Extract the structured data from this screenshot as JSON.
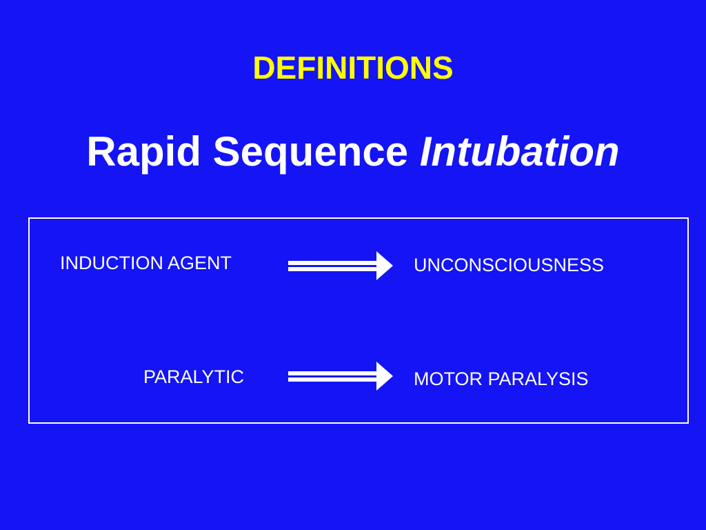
{
  "slide": {
    "heading": "DEFINITIONS",
    "subtitle_regular": "Rapid Sequence",
    "subtitle_italic": "Intubation"
  },
  "mappings": [
    {
      "agent": "INDUCTION AGENT",
      "effect": "UNCONSCIOUSNESS",
      "arrow_icon": "right-arrow-icon"
    },
    {
      "agent": "PARALYTIC",
      "effect": "MOTOR PARALYSIS",
      "arrow_icon": "right-arrow-icon"
    }
  ],
  "colors": {
    "background": "#1414f5",
    "heading": "#ffff00",
    "text": "#ffffff"
  }
}
